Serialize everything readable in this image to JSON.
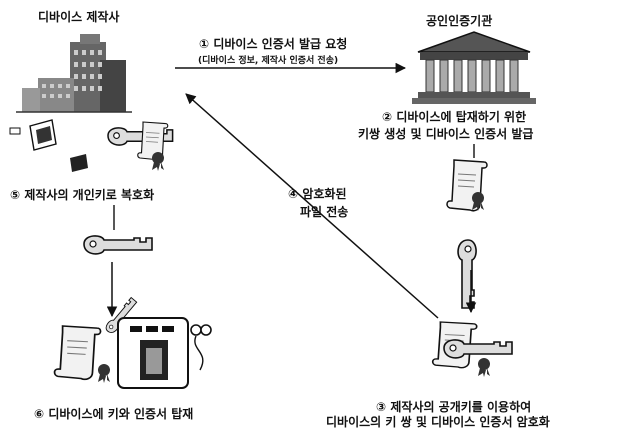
{
  "nodes": {
    "manufacturer": "디바이스 제작사",
    "ca": "공인인증기관"
  },
  "steps": {
    "s1_title": "① 디바이스 인증서 발급 요청",
    "s1_sub": "(디바이스 정보, 제작사 인증서 전송)",
    "s2_line1": "② 디바이스에 탑재하기 위한",
    "s2_line2": "키쌍 생성 및 디바이스 인증서 발급",
    "s3_line1": "③ 제작사의 공개키를 이용하여",
    "s3_line2": "디바이스의 키 쌍 및 디바이스 인증서 암호화",
    "s4_line1": "④ 암호화된",
    "s4_line2": "파일 전송",
    "s5": "⑤ 제작사의 개인키로 복호화",
    "s6": "⑥ 디바이스에 키와 인증서 탑재"
  },
  "colors": {
    "ink": "#111111",
    "building": "#555555",
    "paper": "#f2f2f2"
  },
  "icons": [
    "building-icon",
    "government-building-icon",
    "key-icon",
    "certificate-icon",
    "device-icon",
    "seal-icon"
  ]
}
